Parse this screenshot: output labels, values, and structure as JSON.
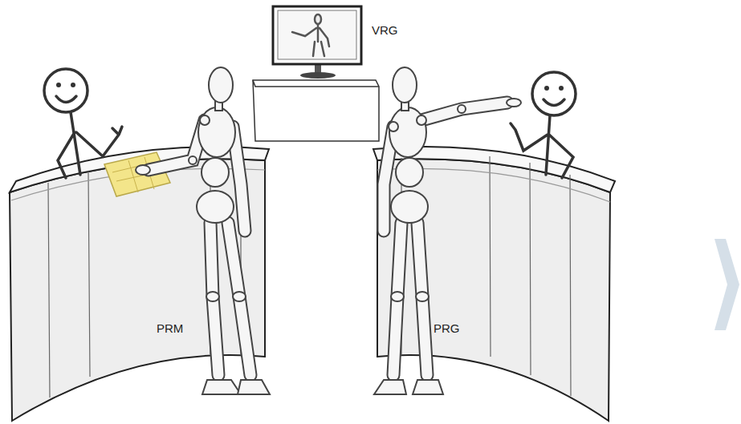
{
  "diagram": {
    "labels": [
      "VRG",
      "PRM",
      "PRG"
    ]
  }
}
